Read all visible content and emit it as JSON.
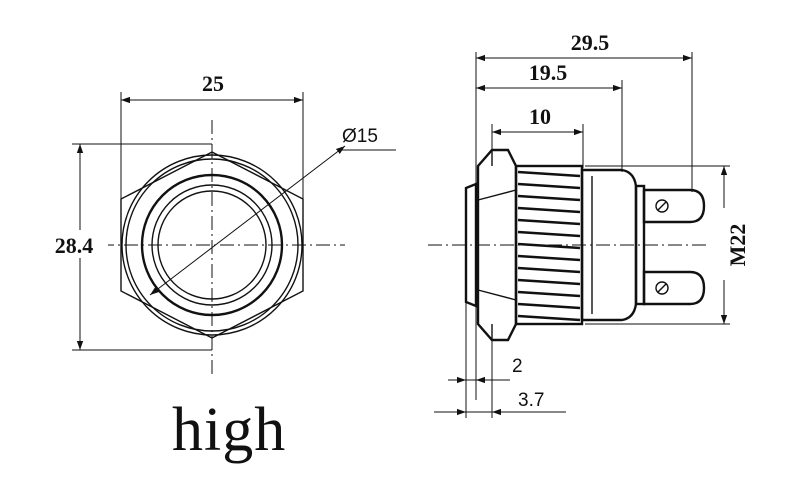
{
  "front_view": {
    "width_dim": "25",
    "height_dim": "28.4",
    "diameter_dim": "Ø15"
  },
  "side_view": {
    "total_length_dim": "29.5",
    "body_length_dim": "19.5",
    "thread_length_dim": "10",
    "thread_dim": "M22",
    "nut_thickness_dim": "2",
    "head_thickness_dim": "3.7"
  },
  "caption": "high"
}
